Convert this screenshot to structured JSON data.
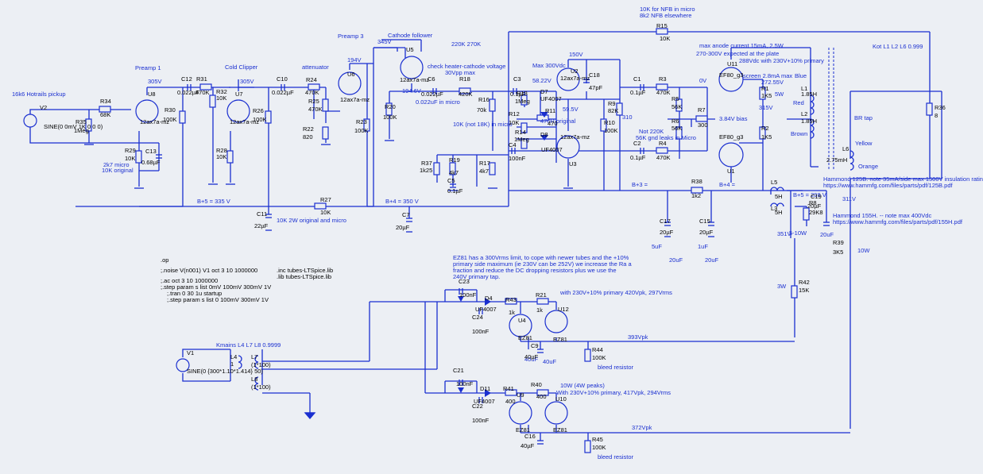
{
  "notes": {
    "hotrails": "16k6 Hotrails pickup",
    "preamp1": "Preamp 1",
    "coldclipper": "Cold Clipper",
    "attenuator": "attenuator",
    "preamp3": "Preamp 3",
    "cathode_follower": "Cathode follower",
    "heater": "check heater-cathode voltage",
    "heater2": "30Vpp max",
    "r220": "220K 270K",
    "max300": "Max 300Vdc",
    "nfb1": "10K for NFB in micro",
    "nfb2": "8k2 NFB elsewhere",
    "maxanode": "max anode current 15mA, 2.5W",
    "anode270": "270-300V expected at the plate",
    "v288": "288Vdc with 230V+10% primary",
    "kot": "Kot L1 L2 L6 0.999",
    "c0022micro": "0.022uF in micro",
    "r10knot": "10K (not 18K) in micro",
    "r470orig": "470R original",
    "not220": "Not 220K",
    "gndleaks": "56K gnd leaks in Micro",
    "screen": "screen 2.8mA max",
    "v27255": "272.55V",
    "w5": "5W",
    "v315": "315V",
    "bias": "3.84V bias",
    "blue": "Blue",
    "red": "Red",
    "brown": "Brown",
    "yellow": "Yellow",
    "orange": "Orange",
    "brtap": "BR tap",
    "v311": "311V",
    "v351": "351V",
    "hammond125": "Hammond 125B.  note 35mA/side max 1500V insulation rating",
    "hammond125url": "https://www.hammfg.com/files/parts/pdf/125B.pdf",
    "hammond155": "Hammond 155H. -- note max 400Vdc",
    "hammond155url": "https://www.hammfg.com/files/parts/pdf/155H.pdf",
    "w10": "10W",
    "w3": "3W",
    "b5": "B+5 = 335 V",
    "b4": "B+4 = 350 V",
    "b3": "B+3 =",
    "b4r": "B+4 =",
    "b5r": "B+5 = 298 V",
    "r27note": "10K 2W original and micro",
    "r29note1": "2k7 micro",
    "r29note2": "10K original",
    "ez81_1": "EZ81 has a 300Vrms limit, to cope with newer tubes and the +10%",
    "ez81_2": "primary side maximum (ie 230V can be 252V) we increase the Ra a",
    "ez81_3": "fraction and reduce the DC dropping resistors plus we use the",
    "ez81_4": "240V primary tap.",
    "op": ".op",
    "noise": ";.noise V(n001) V1 oct 3 10 1000000",
    "ac": ";.ac oct 3 10 1000000",
    "step1": ";.step param s list 0mV 100mV 300mV 1V",
    "tran": ";.tran 0 30 1u startup",
    "step2": ";.step param s list 0 100mV 300mV 1V",
    "inc": ".inc tubes-LTSpice.lib",
    "lib": ".lib tubes-LTSpice.lib",
    "with420": "with 230V+10% primary 420Vpk, 297Vrms",
    "with417": "With 230V+10% primary, 417Vpk, 294Vrms",
    "w4peaks": "10W (4W peaks)",
    "v393": "393Vpk",
    "v372": "372Vpk",
    "bleed1": "bleed resistor",
    "bleed2": "bleed resistor",
    "kmains": "Kmains L4 L7 L8 0.9999",
    "sine1": "SINE(0 0mV 1K 0 0 0)",
    "sine2": "SINE(0 {300*1.10*1.414} 50)"
  },
  "voltages": {
    "v305a": "305V",
    "v305b": "305V",
    "v194": "194V",
    "v345": "345V",
    "v1946": "194.6V",
    "v150": "150V",
    "v5822": "58.22V",
    "v595": "59.5V",
    "v310": "310",
    "v0": "0V"
  },
  "parts": [
    {
      "ref": "R34",
      "val": "68K"
    },
    {
      "ref": "R35",
      "val": "1Meg"
    },
    {
      "ref": "V2",
      "val": ""
    },
    {
      "ref": "U8",
      "val": "12ax7a-mz"
    },
    {
      "ref": "R30",
      "val": "100K"
    },
    {
      "ref": "R29",
      "val": "10K"
    },
    {
      "ref": "C13",
      "val": "0.68µF"
    },
    {
      "ref": "C12",
      "val": "0.022µF"
    },
    {
      "ref": "R31",
      "val": "470K"
    },
    {
      "ref": "R32",
      "val": "10K"
    },
    {
      "ref": "U7",
      "val": "12ax7a-mz"
    },
    {
      "ref": "R28",
      "val": "10K"
    },
    {
      "ref": "R26",
      "val": "100K"
    },
    {
      "ref": "C10",
      "val": "0.022µF"
    },
    {
      "ref": "R24",
      "val": "470K"
    },
    {
      "ref": "R25",
      "val": "470K"
    },
    {
      "ref": "U6",
      "val": "12ax7a-mz"
    },
    {
      "ref": "R22",
      "val": "820"
    },
    {
      "ref": "R23",
      "val": "100K"
    },
    {
      "ref": "U5",
      "val": "12ax7a-mz"
    },
    {
      "ref": "R20",
      "val": "100K"
    },
    {
      "ref": "C6",
      "val": "0.022µF"
    },
    {
      "ref": "R18",
      "val": "420K"
    },
    {
      "ref": "R16",
      "val": "70k"
    },
    {
      "ref": "C3",
      "val": "0.1µF"
    },
    {
      "ref": "R13",
      "val": "1Meg"
    },
    {
      "ref": "D7",
      "val": "UF4007"
    },
    {
      "ref": "U2",
      "val": "12ax7a-mz"
    },
    {
      "ref": "C18",
      "val": "47pF"
    },
    {
      "ref": "R11",
      "val": "470"
    },
    {
      "ref": "R12",
      "val": "10K"
    },
    {
      "ref": "R14",
      "val": "1Meg"
    },
    {
      "ref": "D8",
      "val": "UF4007"
    },
    {
      "ref": "U3",
      "val": "12ax7a-mz"
    },
    {
      "ref": "C4",
      "val": "100nF"
    },
    {
      "ref": "R37",
      "val": "1k25"
    },
    {
      "ref": "R19",
      "val": "4k7"
    },
    {
      "ref": "R17",
      "val": "4k7"
    },
    {
      "ref": "C5",
      "val": "0.1µF"
    },
    {
      "ref": "R9",
      "val": "82K"
    },
    {
      "ref": "R10",
      "val": "100K"
    },
    {
      "ref": "C1",
      "val": "0.1µF"
    },
    {
      "ref": "C2",
      "val": "0.1µF"
    },
    {
      "ref": "R3",
      "val": "470K"
    },
    {
      "ref": "R4",
      "val": "470K"
    },
    {
      "ref": "R5",
      "val": "56K"
    },
    {
      "ref": "R6",
      "val": "56K"
    },
    {
      "ref": "R7",
      "val": "300"
    },
    {
      "ref": "U11",
      "val": "EF80_g3"
    },
    {
      "ref": "U1",
      "val": "EF80_g3"
    },
    {
      "ref": "R1",
      "val": "1K5"
    },
    {
      "ref": "R2",
      "val": "1K5"
    },
    {
      "ref": "R15",
      "val": "10K"
    },
    {
      "ref": "R36",
      "val": "8"
    },
    {
      "ref": "L1",
      "val": "1.85H"
    },
    {
      "ref": "L2",
      "val": "1.85H"
    },
    {
      "ref": "L6",
      "val": "2.75mH"
    },
    {
      "ref": "L5",
      "val": "5H"
    },
    {
      "ref": "L3",
      "val": "5H"
    },
    {
      "ref": "R8",
      "val": "29K8"
    },
    {
      "ref": "C19",
      "val": "20µF"
    },
    {
      "ref": "R38",
      "val": "1k2"
    },
    {
      "ref": "C17",
      "val": "20µF"
    },
    {
      "ref": "C15",
      "val": "20µF"
    },
    {
      "ref": "C11",
      "val": "22µF"
    },
    {
      "ref": "R27",
      "val": "10K"
    },
    {
      "ref": "C7",
      "val": "20µF"
    },
    {
      "ref": "R39",
      "val": "3K5"
    },
    {
      "ref": "R42",
      "val": "15K"
    },
    {
      "ref": "C23",
      "val": "100nF"
    },
    {
      "ref": "D4",
      "val": "UF4007"
    },
    {
      "ref": "C24",
      "val": "100nF"
    },
    {
      "ref": "R43",
      "val": "1k"
    },
    {
      "ref": "R21",
      "val": "1k"
    },
    {
      "ref": "U4",
      "val": "EZ81"
    },
    {
      "ref": "U12",
      "val": "EZ81"
    },
    {
      "ref": "C9",
      "val": "40µF"
    },
    {
      "ref": "R44",
      "val": "100K"
    },
    {
      "ref": "C21",
      "val": "100nF"
    },
    {
      "ref": "D11",
      "val": "UF4007"
    },
    {
      "ref": "C22",
      "val": "100nF"
    },
    {
      "ref": "R41",
      "val": "400"
    },
    {
      "ref": "R40",
      "val": "400"
    },
    {
      "ref": "U9",
      "val": "EZ81"
    },
    {
      "ref": "U10",
      "val": "EZ81"
    },
    {
      "ref": "C16",
      "val": "40µF"
    },
    {
      "ref": "R45",
      "val": "100K"
    },
    {
      "ref": "V1",
      "val": ""
    },
    {
      "ref": "L4",
      "val": "1"
    },
    {
      "ref": "L7",
      "val": "(1*100)"
    },
    {
      "ref": "L8",
      "val": "(1*100)"
    }
  ],
  "extra": {
    "c5uf": "5uF",
    "c1uf": "1uF",
    "c20a": "20uF",
    "c20b": "20uF",
    "c20c": "20uF",
    "c40a": "40uF",
    "c40b": "40uF",
    "r510": "5-10W",
    "v3w": "3W"
  }
}
